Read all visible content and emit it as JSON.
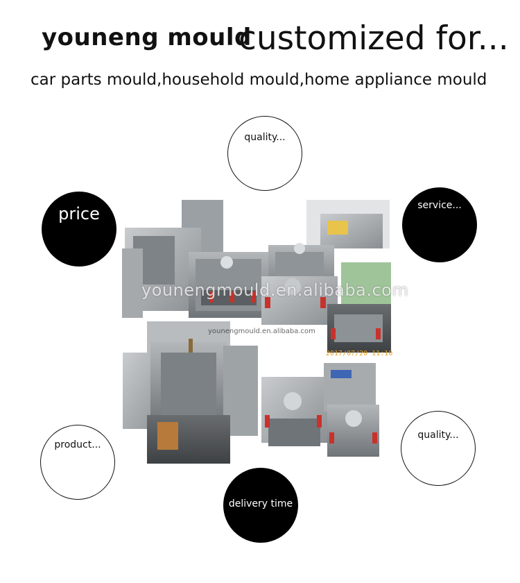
{
  "header": {
    "brand": "youneng mould",
    "headline": "customized for...",
    "subline": "car parts mould,household mould,home appliance mould"
  },
  "circles": {
    "quality_top": "quality...",
    "price": "price",
    "service": "service...",
    "product": "product...",
    "quality_right": "quality...",
    "delivery": "delivery time"
  },
  "photo": {
    "watermark": "younengmould.en.alibaba.com",
    "watermark_small": "younengmould.en.alibaba.com",
    "timestamp": "2017/07/20 11:10"
  },
  "colors": {
    "background": "#ffffff",
    "filled_circle": "#000000",
    "text": "#111111"
  }
}
